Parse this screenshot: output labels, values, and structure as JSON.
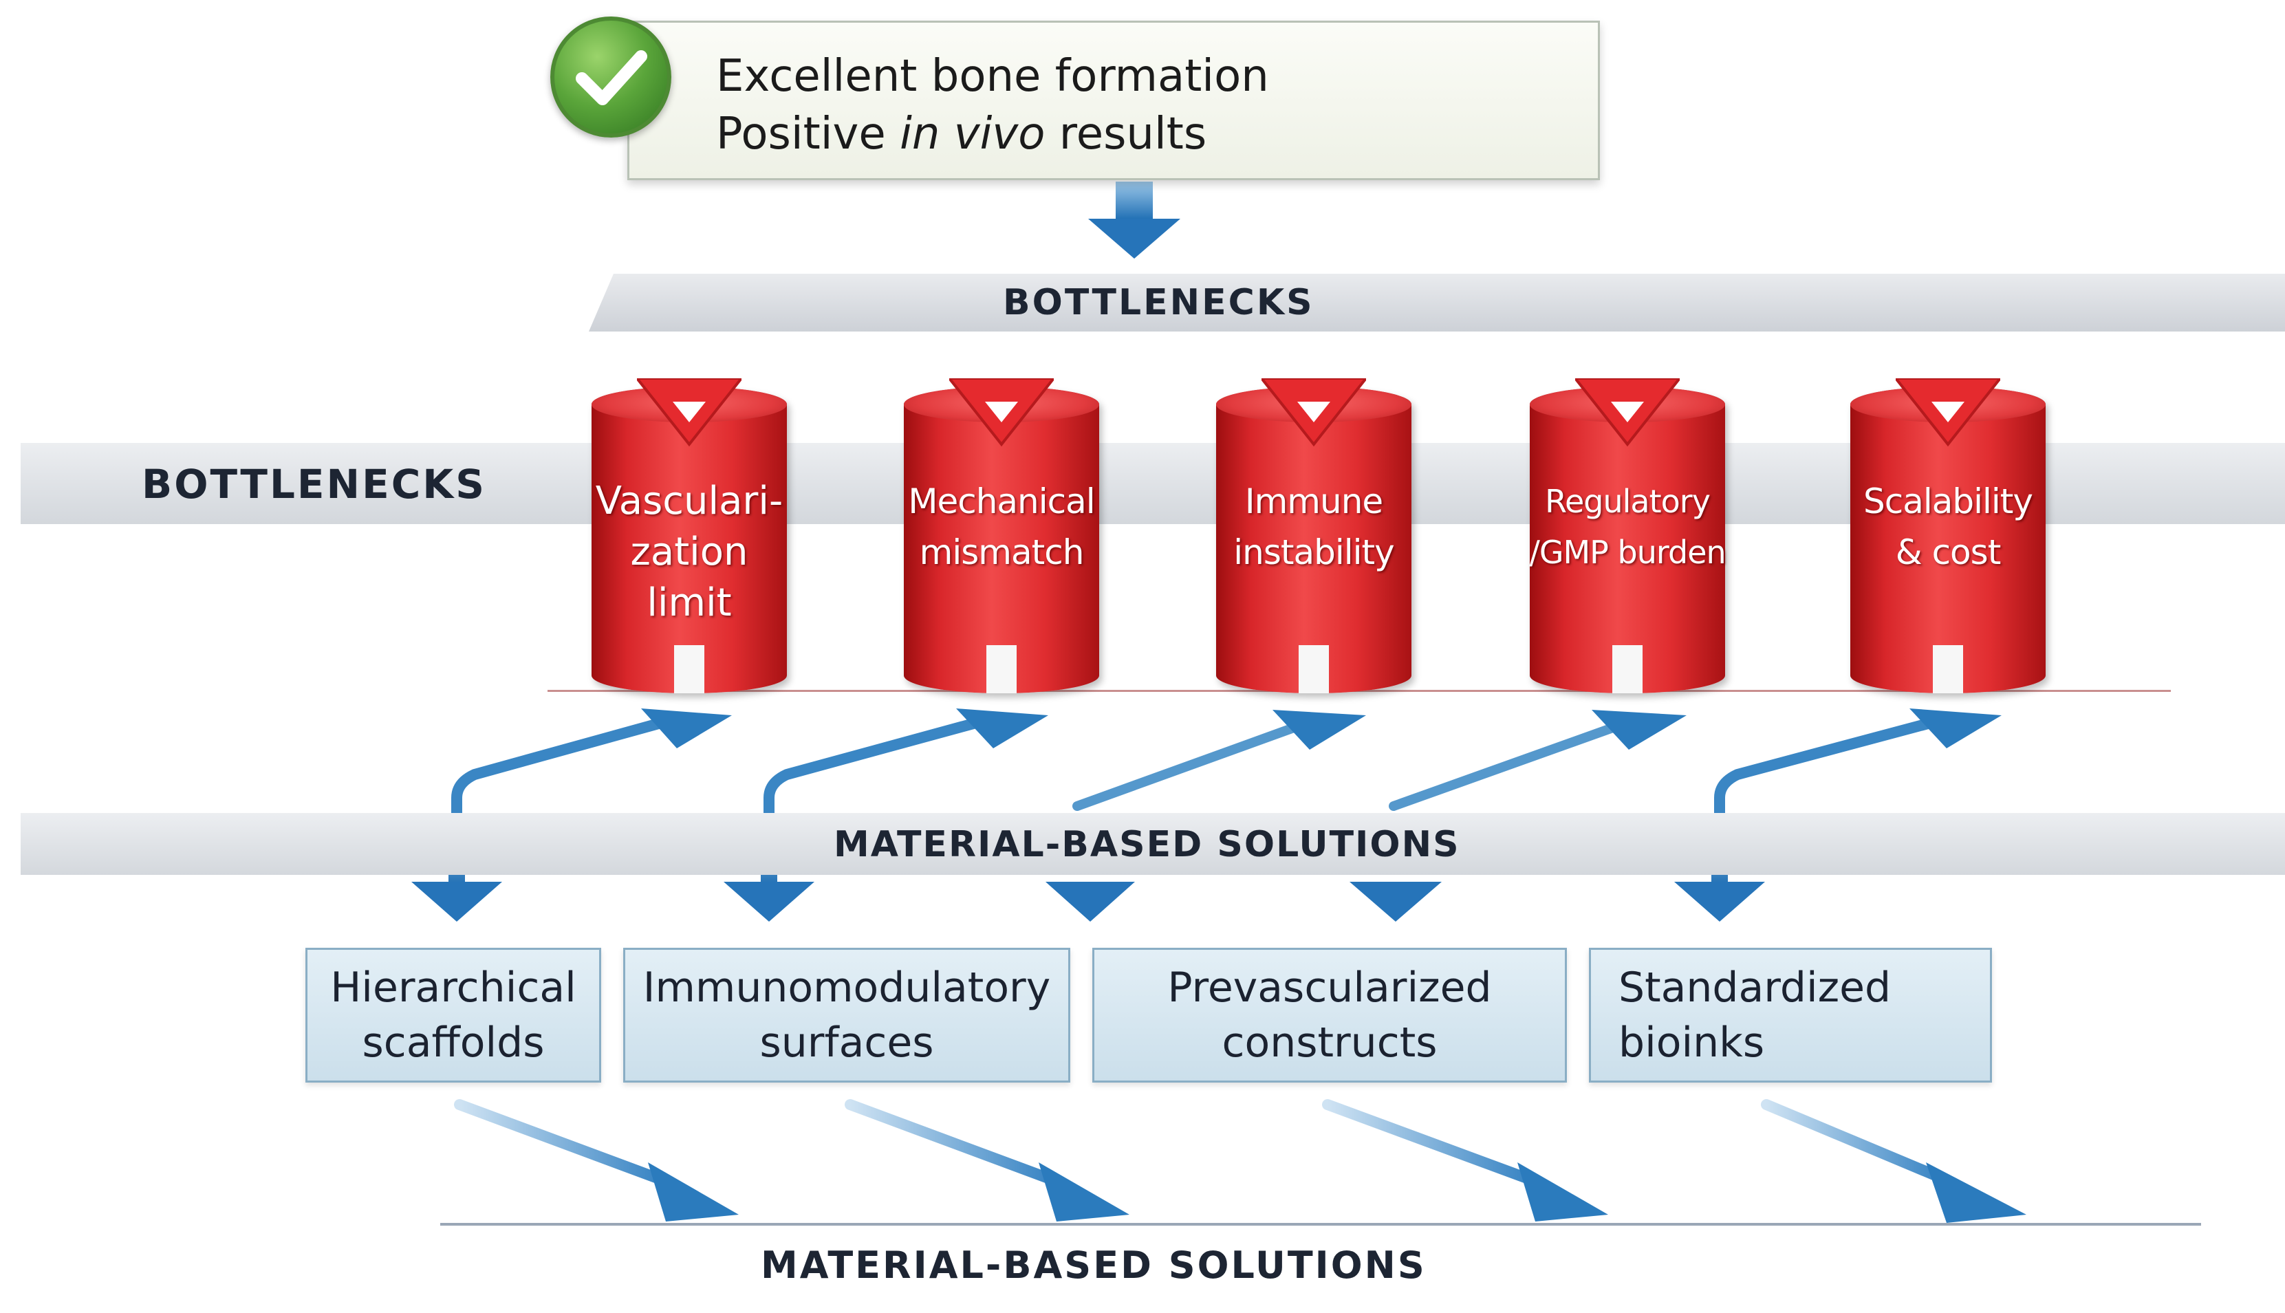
{
  "result": {
    "line1": "Excellent bone formation",
    "line2_prefix": "Positive ",
    "line2_italic": "in vivo",
    "line2_suffix": " results",
    "badge_icon": "checkmark-icon"
  },
  "bands": {
    "bottlenecks_top": "BOTTLENECKS",
    "bottlenecks_left": "BOTTLENECKS",
    "solutions_mid": "MATERIAL-BASED SOLUTIONS",
    "solutions_bottom": "MATERIAL-BASED SOLUTIONS"
  },
  "bottlenecks": [
    {
      "line1": "Vasculari-",
      "line2": "zation",
      "line3": "limit"
    },
    {
      "line1": "Mechanical",
      "line2": "mismatch",
      "line3": ""
    },
    {
      "line1": "Immune",
      "line2": "instability",
      "line3": ""
    },
    {
      "line1": "Regulatory",
      "line2": "/GMP burden",
      "line3": ""
    },
    {
      "line1": "Scalability",
      "line2": "& cost",
      "line3": ""
    }
  ],
  "solutions": [
    {
      "line1": "Hierarchical",
      "line2": "scaffolds"
    },
    {
      "line1": "Immunomodulatory",
      "line2": "surfaces"
    },
    {
      "line1": "Prevascularized",
      "line2": "constructs"
    },
    {
      "line1": "Standardized",
      "line2": "bioinks"
    }
  ],
  "colors": {
    "cylinder_red": "#e02d30",
    "arrow_blue": "#2e7fbf",
    "check_green": "#5aa53a",
    "solution_box_fill": "#d6e7f1"
  }
}
